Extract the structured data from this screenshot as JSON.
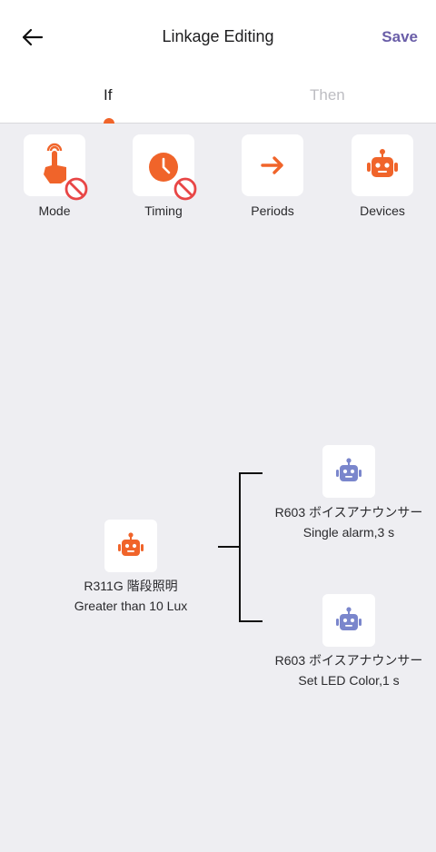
{
  "header": {
    "title": "Linkage Editing",
    "save_label": "Save",
    "back_icon": "arrow-left-icon"
  },
  "tabs": [
    {
      "label": "If",
      "active": true
    },
    {
      "label": "Then",
      "active": false
    }
  ],
  "triggers": [
    {
      "label": "Mode",
      "icon": "hand-tap-icon",
      "disabled": true
    },
    {
      "label": "Timing",
      "icon": "clock-icon",
      "disabled": true
    },
    {
      "label": "Periods",
      "icon": "arrow-right-icon",
      "disabled": false
    },
    {
      "label": "Devices",
      "icon": "robot-icon",
      "disabled": false
    }
  ],
  "condition": {
    "device": "R311G 階段照明",
    "detail": "Greater than 10 Lux",
    "icon": "robot-icon",
    "icon_color": "#f0642a"
  },
  "actions": [
    {
      "device": "R603 ボイスアナウンサー",
      "detail": "Single alarm,3 s",
      "icon": "robot-icon",
      "icon_color": "#7a86cc"
    },
    {
      "device": "R603 ボイスアナウンサー",
      "detail": "Set LED Color,1 s",
      "icon": "robot-icon",
      "icon_color": "#7a86cc"
    }
  ],
  "colors": {
    "accent": "#f0642a",
    "save": "#6a5ea8",
    "action_icon": "#7a86cc",
    "background": "#eeeef2"
  }
}
